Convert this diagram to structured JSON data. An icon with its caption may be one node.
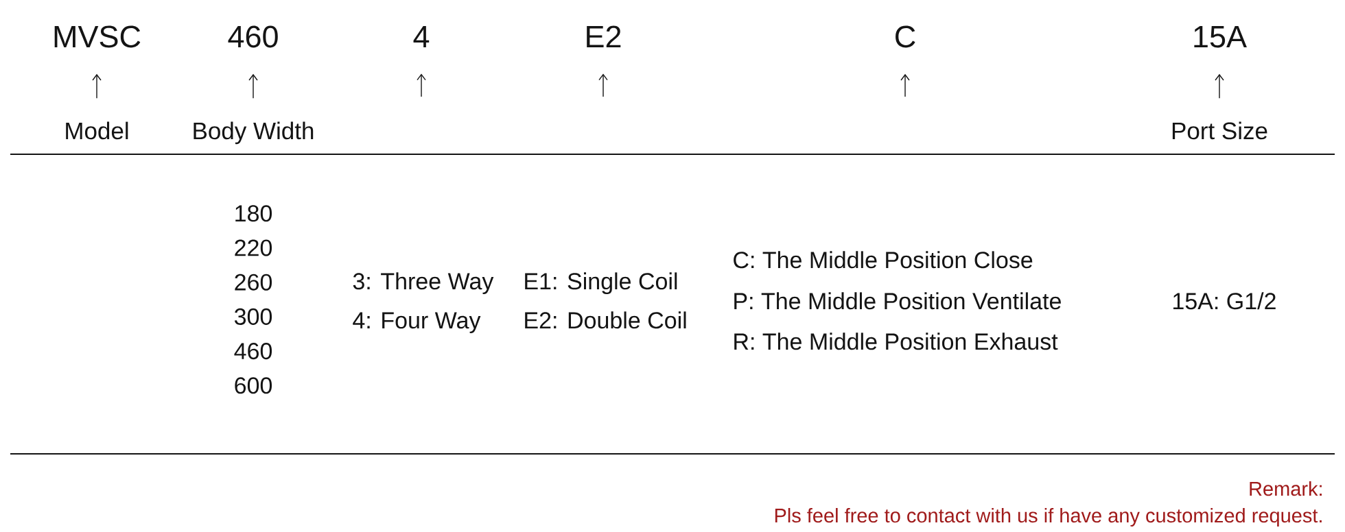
{
  "diagram": {
    "nodes": [
      {
        "text": [
          "MVSC"
        ]
      },
      {
        "text": [
          "460"
        ]
      },
      {
        "text": [
          "4"
        ]
      },
      {
        "text": [
          "E2"
        ]
      },
      {
        "text": [
          "C"
        ]
      },
      {
        "text": [
          "15A"
        ]
      },
      {
        "text": [
          "Model"
        ]
      },
      {
        "text": [
          "Body Width"
        ]
      },
      {
        "text": [
          "Port Size"
        ]
      }
    ],
    "edges": [
      {
        "from": 6,
        "to": 0,
        "arrow": "to"
      },
      {
        "from": 7,
        "to": 1,
        "arrow": "to"
      },
      {
        "from": null,
        "to": 2,
        "arrow": "to"
      },
      {
        "from": null,
        "to": 3,
        "arrow": "to"
      },
      {
        "from": null,
        "to": 4,
        "arrow": "to"
      },
      {
        "from": 8,
        "to": 5,
        "arrow": "to"
      }
    ],
    "labels": [
      "180",
      "220",
      "260",
      "300",
      "460",
      "600",
      "3: Three Way",
      "4: Four Way",
      "E1: Single Coil",
      "E2: Double Coil",
      "C: The Middle Position Close",
      "P: The Middle Position Ventilate",
      "R: The Middle Position Exhaust",
      "15A: G1/2",
      "Remark:",
      "Pls feel free to contact with us if have any customized request."
    ]
  }
}
